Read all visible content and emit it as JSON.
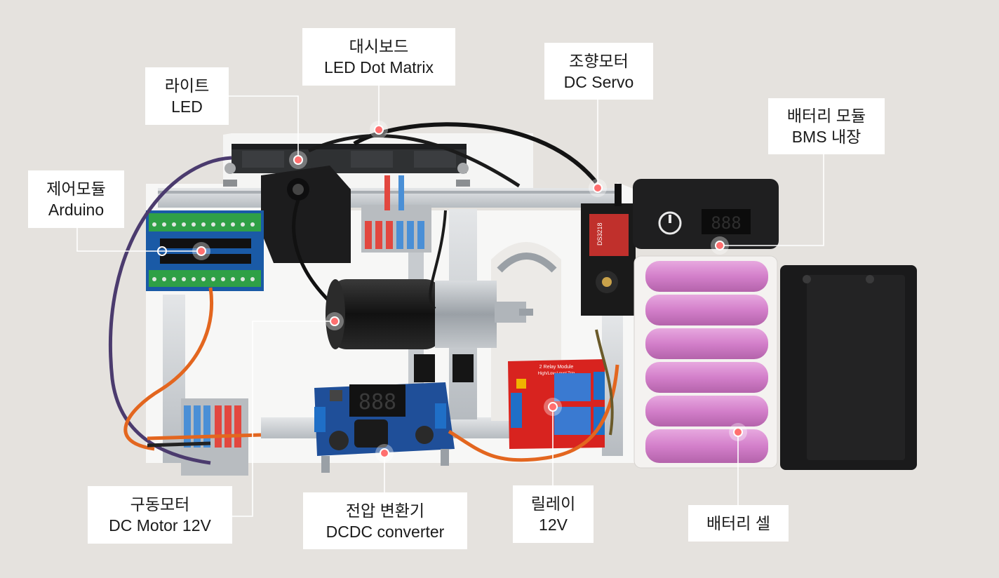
{
  "colors": {
    "background": "#e5e2de",
    "label_bg": "#ffffff",
    "hotspot": "#ff6f6f",
    "battery_cell": "#d883cf",
    "relay_board": "#d8231f",
    "dcdc_board": "#1f4f99",
    "terminal_green": "#3aa45a",
    "frame_aluminium": "#c9cdd1"
  },
  "labels": {
    "dashboard": {
      "line1": "대시보드",
      "line2": "LED Dot Matrix"
    },
    "light": {
      "line1": "라이트",
      "line2": "LED"
    },
    "steering_motor": {
      "line1": "조향모터",
      "line2": "DC Servo"
    },
    "battery_module": {
      "line1": "배터리 모듈",
      "line2": "BMS 내장"
    },
    "control_module": {
      "line1": "제어모듈",
      "line2": "Arduino"
    },
    "drive_motor": {
      "line1": "구동모터",
      "line2": "DC Motor 12V"
    },
    "voltage_converter": {
      "line1": "전압 변환기",
      "line2": "DCDC converter"
    },
    "relay": {
      "line1": "릴레이",
      "line2": "12V"
    },
    "battery_cell": {
      "line1": "배터리 셀"
    }
  },
  "photo_text": {
    "dcdc_display": "888",
    "bms_display": "888",
    "relay_title": "2 Relay Module",
    "relay_subtitle": "High/Low Level Trig",
    "servo_model": "DS3218"
  }
}
